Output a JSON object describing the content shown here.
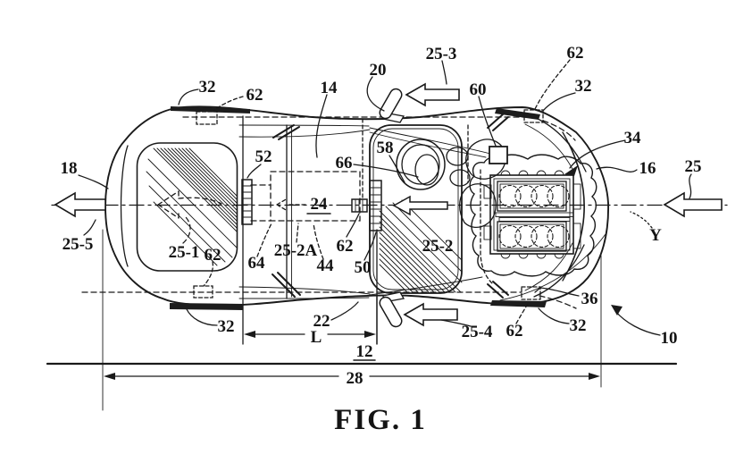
{
  "figure": {
    "caption": "FIG. 1"
  },
  "reference_labels": {
    "r32_top_left": "32",
    "r62_top_left": "62",
    "r14": "14",
    "r20": "20",
    "r25_3": "25-3",
    "r62_top_right": "62",
    "r60": "60",
    "r32_top_right": "32",
    "r34": "34",
    "r16": "16",
    "r25_right": "25",
    "r18": "18",
    "r25_5": "25-5",
    "r52": "52",
    "r66": "66",
    "r58": "58",
    "r24": "24",
    "r25_1": "25-1",
    "r62_front": "62",
    "r64": "64",
    "r25_2a": "25-2A",
    "r44": "44",
    "r62_center": "62",
    "r50": "50",
    "r25_2": "25-2",
    "ry_axis": "Y",
    "r36": "36",
    "r62_rear": "62",
    "r32_bottom_right": "32",
    "r10": "10",
    "r25_4": "25-4",
    "r32_bottom_left": "32",
    "r22": "22",
    "rL": "L",
    "r12": "12",
    "r28": "28"
  }
}
